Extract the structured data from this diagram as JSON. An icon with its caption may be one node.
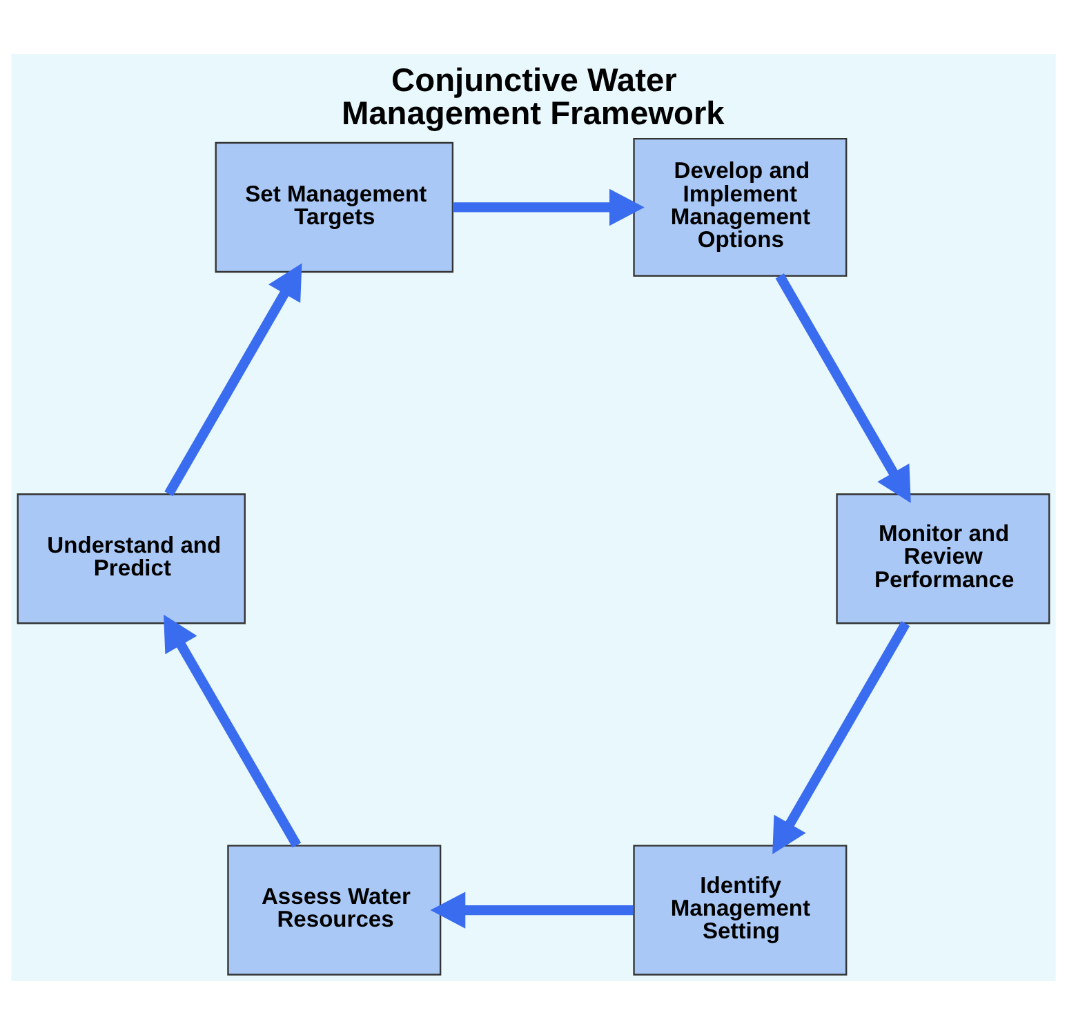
{
  "diagram": {
    "title": "Conjunctive Water Management Framework",
    "nodes": [
      {
        "text": [
          "Identify Management Setting"
        ]
      },
      {
        "text": [
          "Assess Water Resources"
        ]
      },
      {
        "text": [
          "Understand and Predict"
        ]
      },
      {
        "text": [
          "Set Management Targets"
        ]
      },
      {
        "text": [
          "Develop and Implement Management Options"
        ]
      },
      {
        "text": [
          "Monitor and Review Performance"
        ]
      }
    ],
    "edges": [
      {
        "from": 0,
        "to": 1,
        "arrow": "to"
      },
      {
        "from": 1,
        "to": 2,
        "arrow": "to"
      },
      {
        "from": 2,
        "to": 3,
        "arrow": "to"
      },
      {
        "from": 3,
        "to": 4,
        "arrow": "to"
      },
      {
        "from": 4,
        "to": 5,
        "arrow": "to"
      },
      {
        "from": 5,
        "to": 0,
        "arrow": "to"
      }
    ]
  }
}
